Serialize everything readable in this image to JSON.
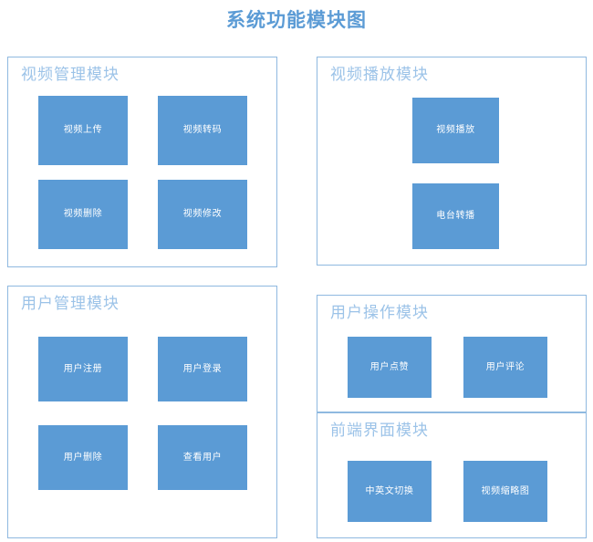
{
  "title": "系统功能模块图",
  "colors": {
    "title": "#5B9BD5",
    "module_border": "#8FB9E0",
    "module_title": "#9CC3E8",
    "item_fill": "#5B9BD5",
    "item_text": "#FFFFFF",
    "background": "#FFFFFF"
  },
  "diagram_data": {
    "type": "block-diagram",
    "title": "系统功能模块图",
    "modules": [
      {
        "id": "video-management",
        "title": "视频管理模块",
        "items": [
          {
            "label": "视频上传"
          },
          {
            "label": "视频转码"
          },
          {
            "label": "视频删除"
          },
          {
            "label": "视频修改"
          }
        ]
      },
      {
        "id": "video-playback",
        "title": "视频播放模块",
        "items": [
          {
            "label": "视频播放"
          },
          {
            "label": "电台转播"
          }
        ]
      },
      {
        "id": "user-management",
        "title": "用户管理模块",
        "items": [
          {
            "label": "用户注册"
          },
          {
            "label": "用户登录"
          },
          {
            "label": "用户删除"
          },
          {
            "label": "查看用户"
          }
        ]
      },
      {
        "id": "user-operations",
        "title": "用户操作模块",
        "items": [
          {
            "label": "用户点赞"
          },
          {
            "label": "用户评论"
          }
        ]
      },
      {
        "id": "frontend-interface",
        "title": "前端界面模块",
        "items": [
          {
            "label": "中英文切换"
          },
          {
            "label": "视频缩略图"
          }
        ]
      }
    ]
  }
}
